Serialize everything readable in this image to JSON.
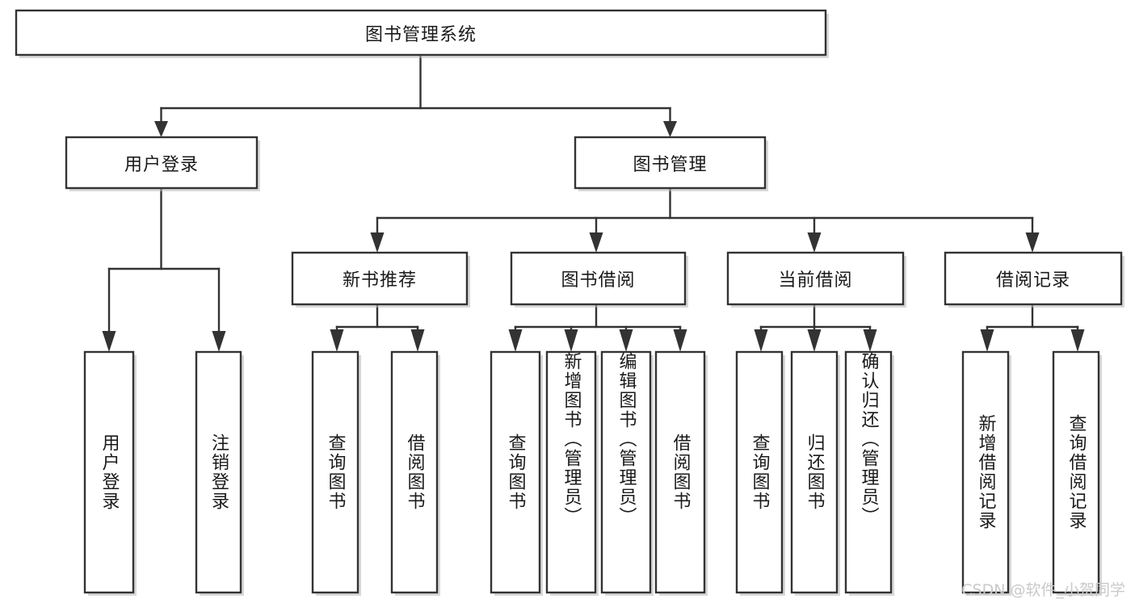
{
  "diagram": {
    "title": "图书管理系统",
    "type": "hierarchy-tree",
    "watermark": "CSDN @软件_小贺同学",
    "colors": {
      "stroke": "#333333",
      "fill": "#ffffff",
      "text": "#1a1a1a",
      "watermark": "#c9c9c9"
    },
    "levels": {
      "root": [
        "图书管理系统"
      ],
      "level2": [
        "用户登录",
        "图书管理"
      ],
      "level3": [
        "新书推荐",
        "图书借阅",
        "当前借阅",
        "借阅记录"
      ],
      "leaves": [
        "用户登录",
        "注销登录",
        "查询图书",
        "借阅图书",
        "查询图书",
        "新增图书（管理员）",
        "编辑图书（管理员）",
        "借阅图书",
        "查询图书",
        "归还图书",
        "确认归还（管理员）",
        "新增借阅记录",
        "查询借阅记录"
      ]
    },
    "nodes": {
      "root": {
        "label": "图书管理系统"
      },
      "user_login": {
        "label": "用户登录"
      },
      "book_manage": {
        "label": "图书管理"
      },
      "new_book_rec": {
        "label": "新书推荐"
      },
      "book_borrow": {
        "label": "图书借阅"
      },
      "current_borrow": {
        "label": "当前借阅"
      },
      "borrow_record": {
        "label": "借阅记录"
      },
      "leaf_user_login": {
        "label": "用户登录"
      },
      "leaf_logout": {
        "label": "注销登录"
      },
      "leaf_query_book_a": {
        "label": "查询图书"
      },
      "leaf_borrow_book_a": {
        "label": "借阅图书"
      },
      "leaf_query_book_b": {
        "label": "查询图书"
      },
      "leaf_add_book": {
        "label": "新增图书（管理员）"
      },
      "leaf_edit_book": {
        "label": "编辑图书（管理员）"
      },
      "leaf_borrow_book_b": {
        "label": "借阅图书"
      },
      "leaf_query_book_c": {
        "label": "查询图书"
      },
      "leaf_return_book": {
        "label": "归还图书"
      },
      "leaf_confirm_return": {
        "label": "确认归还（管理员）"
      },
      "leaf_add_record": {
        "label": "新增借阅记录"
      },
      "leaf_query_record": {
        "label": "查询借阅记录"
      }
    },
    "edges": [
      {
        "from": "root",
        "to": "user_login"
      },
      {
        "from": "root",
        "to": "book_manage"
      },
      {
        "from": "user_login",
        "to": "leaf_user_login"
      },
      {
        "from": "user_login",
        "to": "leaf_logout"
      },
      {
        "from": "book_manage",
        "to": "new_book_rec"
      },
      {
        "from": "book_manage",
        "to": "book_borrow"
      },
      {
        "from": "book_manage",
        "to": "current_borrow"
      },
      {
        "from": "book_manage",
        "to": "borrow_record"
      },
      {
        "from": "new_book_rec",
        "to": "leaf_query_book_a"
      },
      {
        "from": "new_book_rec",
        "to": "leaf_borrow_book_a"
      },
      {
        "from": "book_borrow",
        "to": "leaf_query_book_b"
      },
      {
        "from": "book_borrow",
        "to": "leaf_add_book"
      },
      {
        "from": "book_borrow",
        "to": "leaf_edit_book"
      },
      {
        "from": "book_borrow",
        "to": "leaf_borrow_book_b"
      },
      {
        "from": "current_borrow",
        "to": "leaf_query_book_c"
      },
      {
        "from": "current_borrow",
        "to": "leaf_return_book"
      },
      {
        "from": "current_borrow",
        "to": "leaf_confirm_return"
      },
      {
        "from": "borrow_record",
        "to": "leaf_add_record"
      },
      {
        "from": "borrow_record",
        "to": "leaf_query_record"
      }
    ]
  }
}
